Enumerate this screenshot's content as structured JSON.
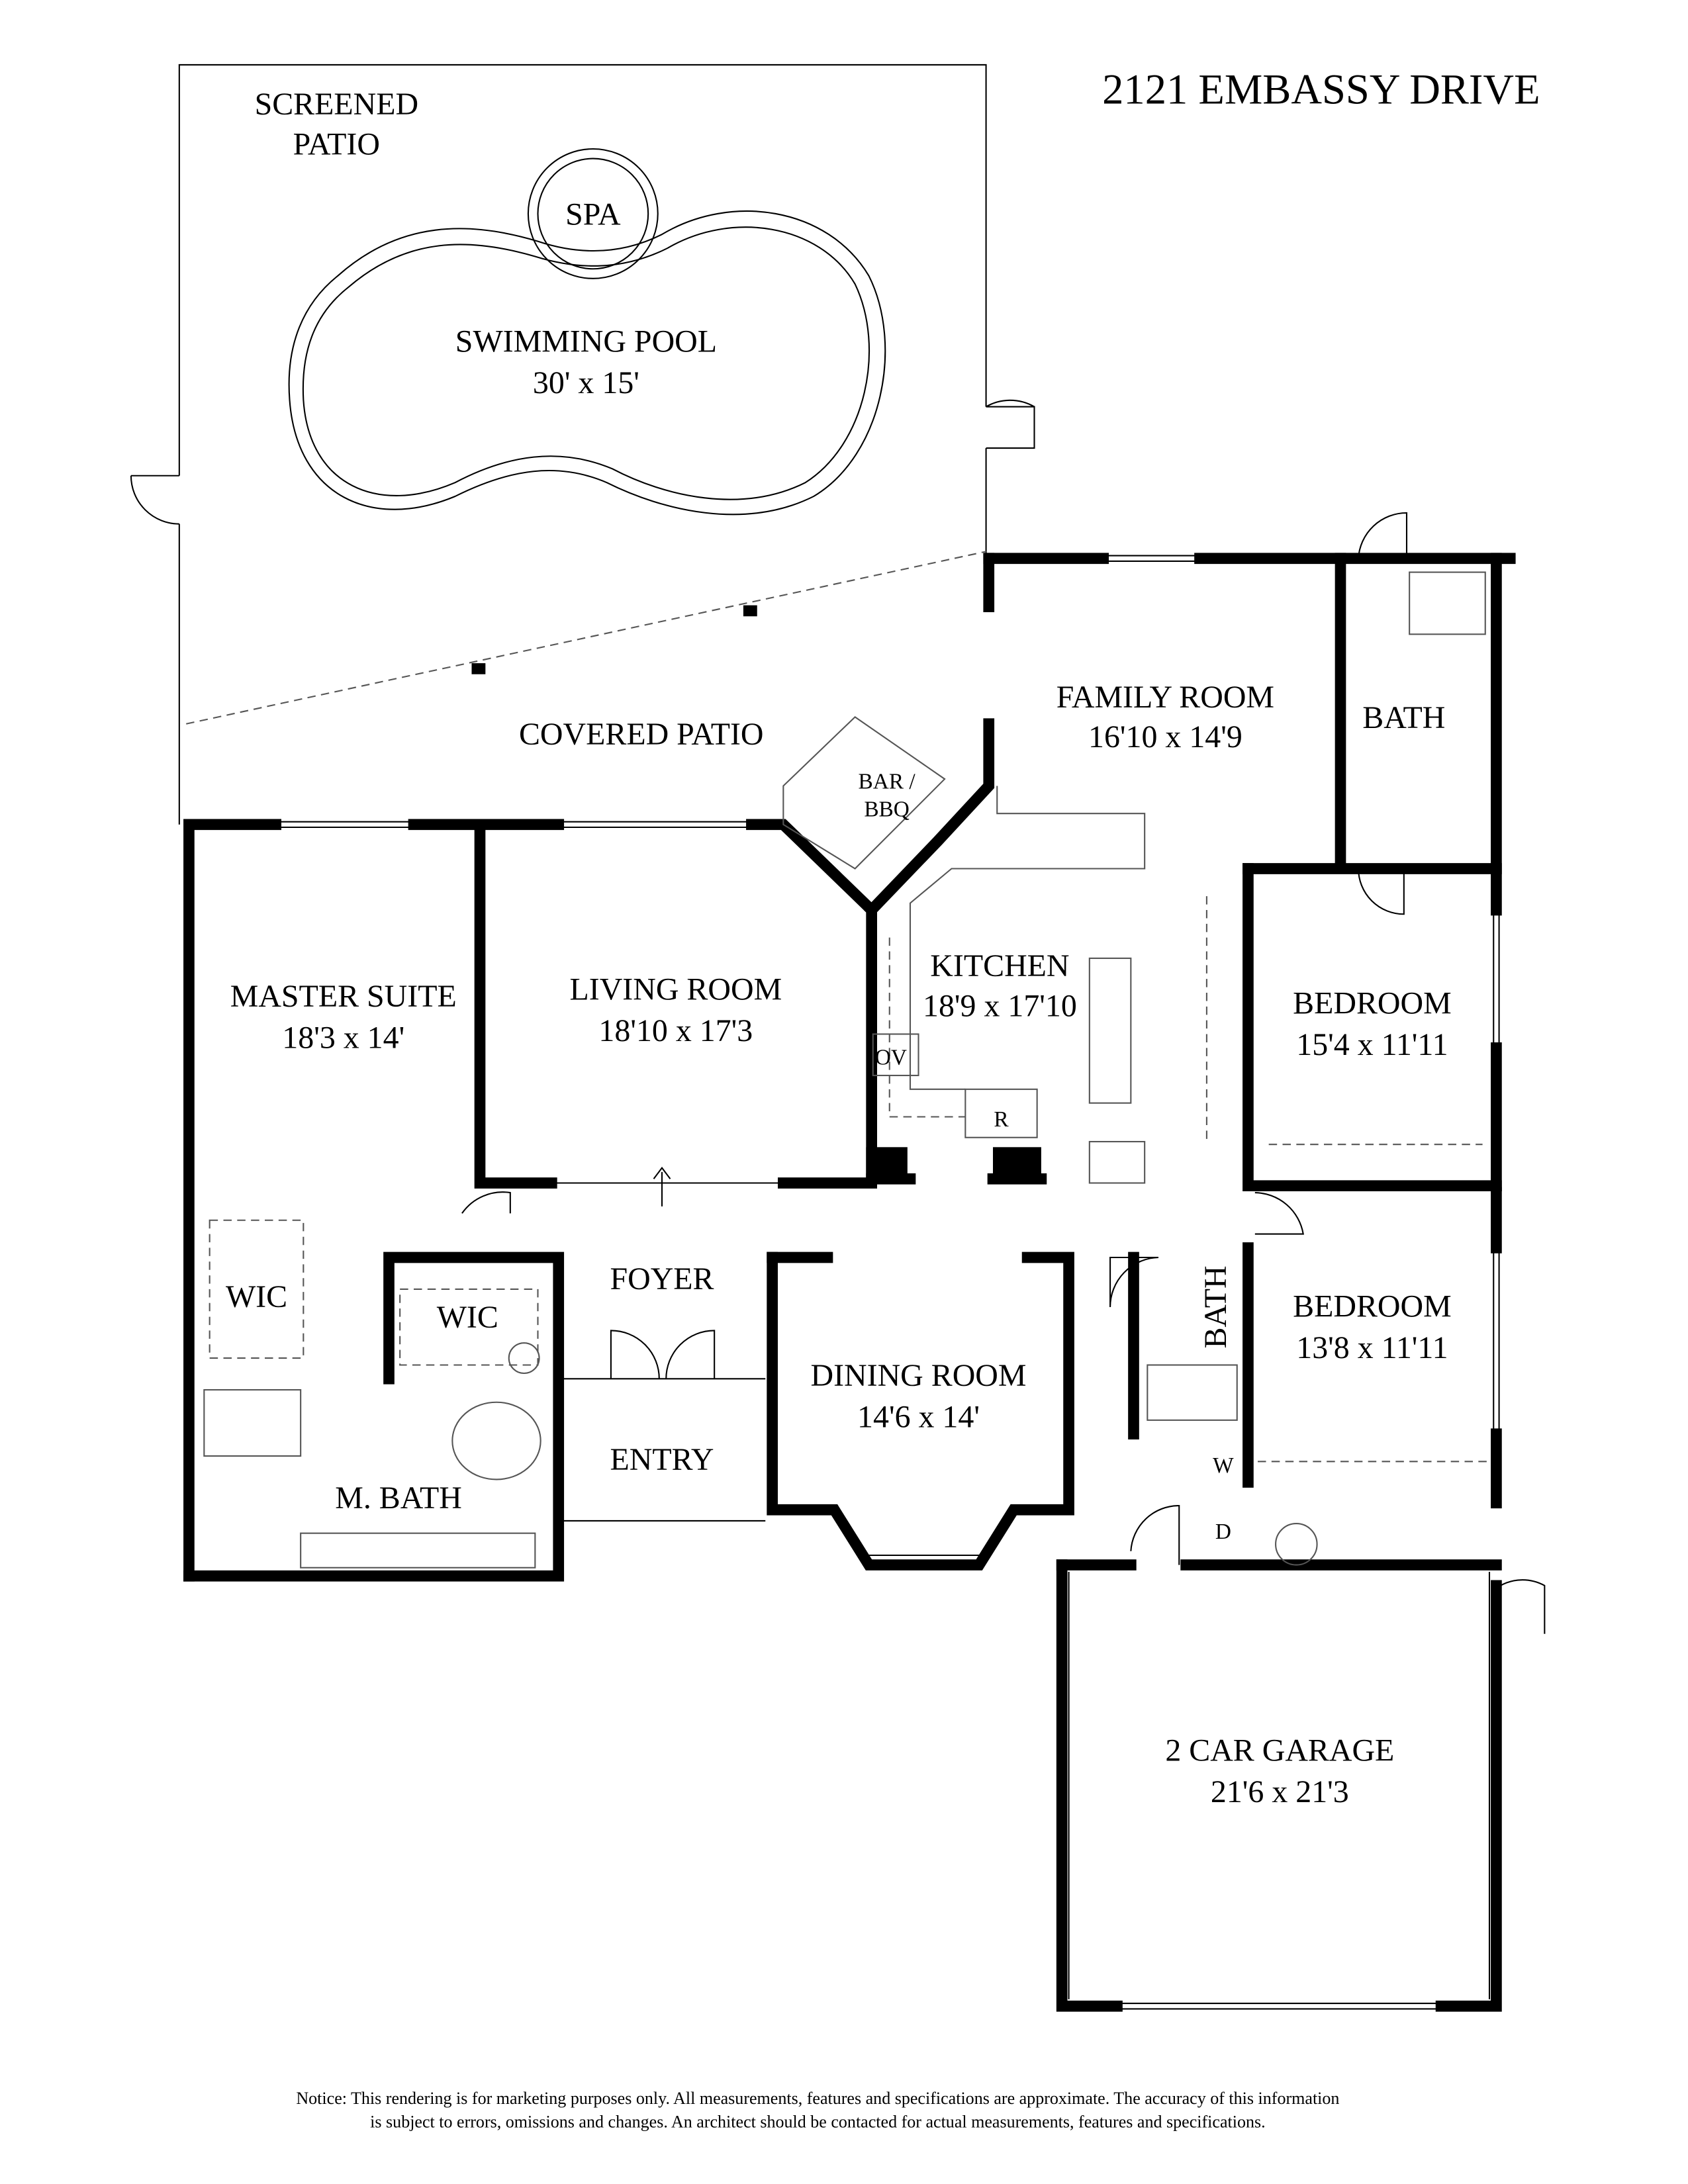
{
  "title": "2121 EMBASSY DRIVE",
  "rooms": {
    "screened_patio": [
      "SCREENED",
      "PATIO"
    ],
    "spa": "SPA",
    "pool": {
      "name": "SWIMMING POOL",
      "size": "30' x 15'"
    },
    "covered_patio": "COVERED PATIO",
    "bar": [
      "BAR /",
      "BBQ"
    ],
    "family": {
      "name": "FAMILY ROOM",
      "size": "16'10 x 14'9"
    },
    "bath_top": "BATH",
    "master": {
      "name": "MASTER SUITE",
      "size": "18'3 x 14'"
    },
    "living": {
      "name": "LIVING ROOM",
      "size": "18'10 x 17'3"
    },
    "kitchen": {
      "name": "KITCHEN",
      "size": "18'9 x 17'10"
    },
    "bedroom1": {
      "name": "BEDROOM",
      "size": "15'4 x 11'11"
    },
    "oven": "OV",
    "fridge": "R",
    "wic1": "WIC",
    "wic2": "WIC",
    "foyer": "FOYER",
    "bath_mid": "BATH",
    "bedroom2": {
      "name": "BEDROOM",
      "size": "13'8 x 11'11"
    },
    "dining": {
      "name": "DINING ROOM",
      "size": "14'6 x 14'"
    },
    "entry": "ENTRY",
    "master_bath": "M. BATH",
    "washer": "W",
    "dryer": "D",
    "garage": {
      "name": "2 CAR GARAGE",
      "size": "21'6 x 21'3"
    }
  },
  "notice": [
    "Notice: This rendering is for marketing purposes only. All measurements, features and specifications are approximate. The accuracy of this information",
    "is subject to errors, omissions and changes. An architect should be contacted for actual measurements, features and specifications."
  ]
}
